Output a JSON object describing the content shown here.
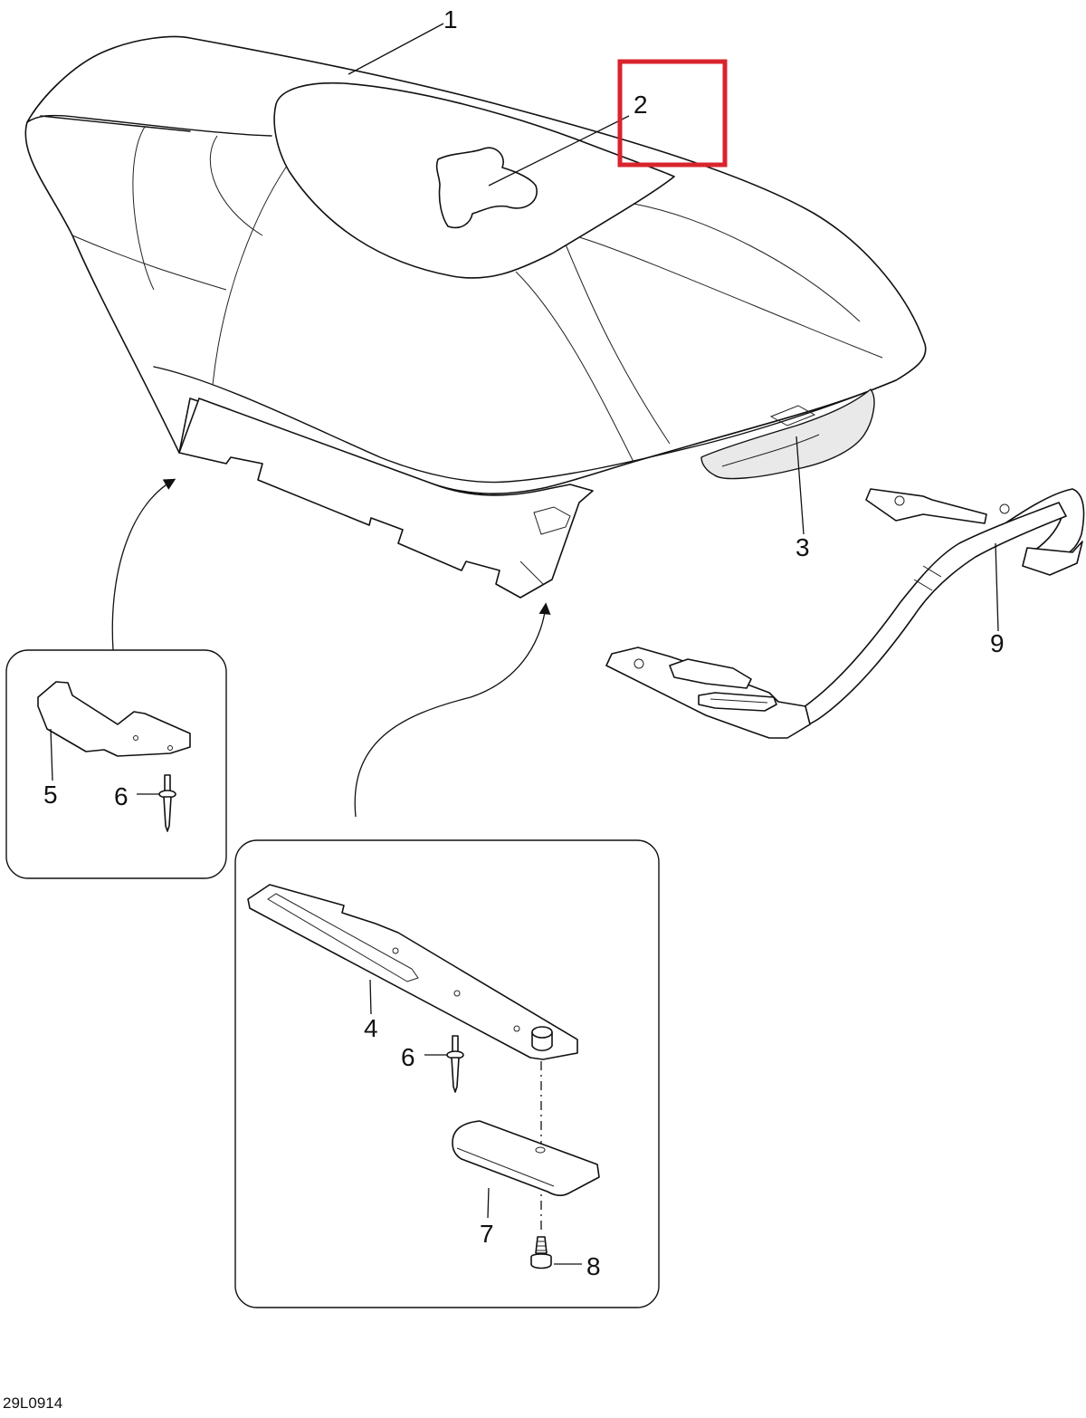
{
  "diagram": {
    "drawing_code": "29L0914",
    "highlight_color": "#d9232d",
    "callouts": [
      {
        "id": "1",
        "label": "1"
      },
      {
        "id": "2",
        "label": "2"
      },
      {
        "id": "3",
        "label": "3"
      },
      {
        "id": "4",
        "label": "4"
      },
      {
        "id": "5",
        "label": "5"
      },
      {
        "id": "6a",
        "label": "6"
      },
      {
        "id": "6b",
        "label": "6"
      },
      {
        "id": "7",
        "label": "7"
      },
      {
        "id": "8",
        "label": "8"
      },
      {
        "id": "9",
        "label": "9"
      }
    ]
  }
}
